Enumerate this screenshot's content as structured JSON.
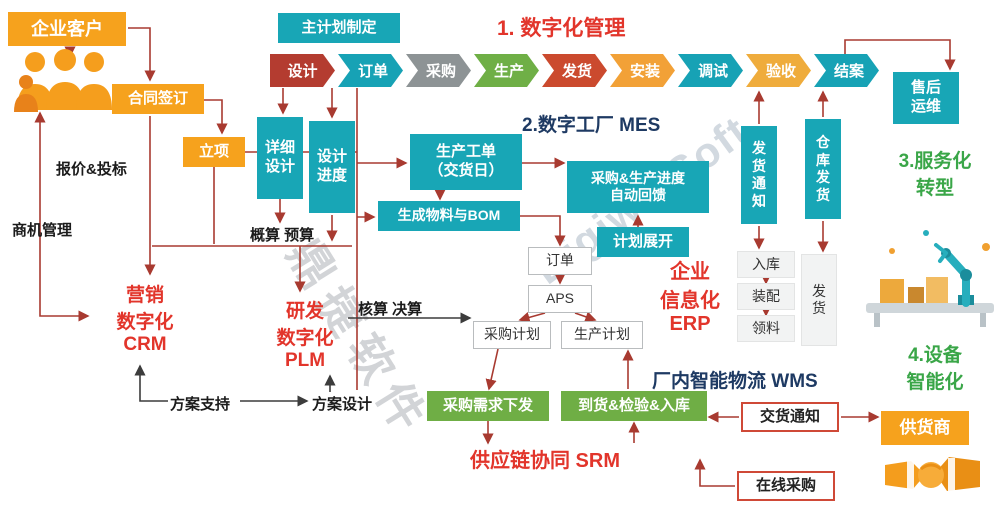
{
  "watermark": {
    "cn": "鼎捷软件",
    "en": "DigiwinSoft"
  },
  "colors": {
    "teal": "#18a6b6",
    "orange": "#f6a21d",
    "green": "#6fae45",
    "red": "#e2352b",
    "navy": "#1e3a63",
    "green_title": "#3aa648",
    "arrow_red": "#a83a30",
    "arrow_dark": "#3c3c3c"
  },
  "top": {
    "enterprise_customer": "企业客户",
    "contract_sign": "合同签订",
    "project_init": "立项",
    "master_plan": "主计划制定",
    "title_digital_mgmt": "1. 数字化管理",
    "after_sales": "售后\n运维"
  },
  "chain": {
    "steps": [
      {
        "label": "设计",
        "color": "#b43c30"
      },
      {
        "label": "订单",
        "color": "#17a2b5"
      },
      {
        "label": "采购",
        "color": "#8d9395"
      },
      {
        "label": "生产",
        "color": "#6faf46"
      },
      {
        "label": "发货",
        "color": "#cb4a2e"
      },
      {
        "label": "安装",
        "color": "#f2a137"
      },
      {
        "label": "调试",
        "color": "#17a2b5"
      },
      {
        "label": "验收",
        "color": "#efac3c"
      },
      {
        "label": "结案",
        "color": "#17a2b5"
      }
    ]
  },
  "left": {
    "quote_bid": "报价&投标",
    "biz_opportunity": "商机管理"
  },
  "crm": {
    "title": "营销\n数字化\nCRM",
    "solution_support": "方案支持"
  },
  "plm": {
    "title": "研发\n数字化\nPLM",
    "solution_design": "方案设计",
    "detail_design": "详细\n设计",
    "design_progress": "设计\n进度",
    "estimate_budget": "概算 预算",
    "accounting": "核算 决算"
  },
  "mes": {
    "title": "2.数字工厂 MES",
    "work_order": "生产工单\n（交货日）",
    "bom": "生成物料与BOM",
    "progress_feedback": "采购&生产进度\n自动回馈",
    "plan_expand": "计划展开",
    "ship_notice": "发\n货\n通\n知",
    "warehouse_ship": "仓\n库\n发\n货"
  },
  "erp": {
    "title": "企业\n信息化\nERP",
    "order": "订单",
    "aps": "APS",
    "purchase_plan": "采购计划",
    "production_plan": "生产计划"
  },
  "wms": {
    "title": "厂内智能物流 WMS",
    "inbound": "入库",
    "assembly": "装配",
    "picking": "领料",
    "shipping": "发\n货",
    "delivery_notice": "交货通知",
    "online_purchase": "在线采购"
  },
  "srm": {
    "title": "供应链协同 SRM",
    "purchase_demand": "采购需求下发",
    "arrival_inspect": "到货&检验&入库",
    "supplier": "供货商"
  },
  "service": {
    "title": "3.服务化\n转型"
  },
  "equipment": {
    "title": "4.设备\n智能化"
  }
}
